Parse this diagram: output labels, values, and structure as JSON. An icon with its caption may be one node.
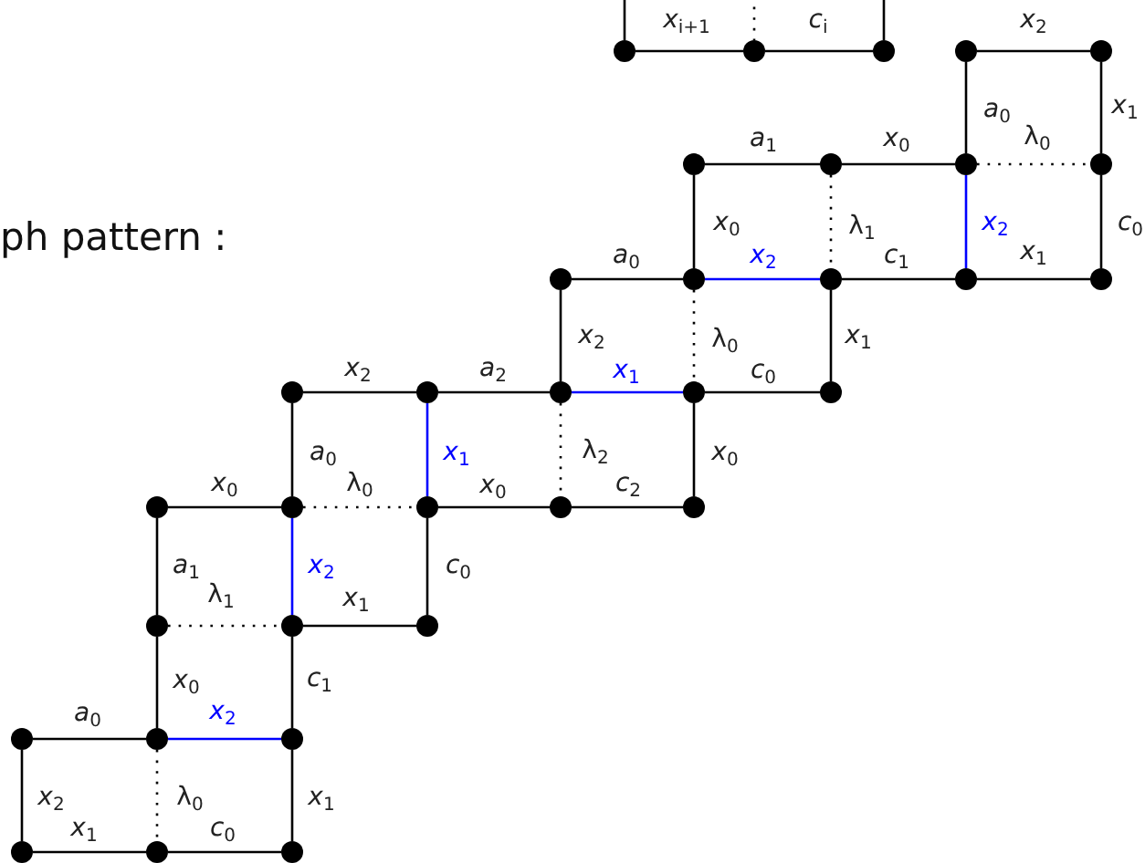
{
  "diagram": {
    "nodes": [
      {
        "text": [],
        "shape": "circle"
      },
      {
        "text": [],
        "shape": "circle"
      },
      {
        "text": [],
        "shape": "circle"
      },
      {
        "text": [],
        "shape": "circle"
      },
      {
        "text": [],
        "shape": "circle"
      },
      {
        "text": [],
        "shape": "circle"
      },
      {
        "text": [],
        "shape": "circle"
      },
      {
        "text": [],
        "shape": "circle"
      },
      {
        "text": [],
        "shape": "circle"
      },
      {
        "text": [],
        "shape": "circle"
      },
      {
        "text": [],
        "shape": "circle"
      },
      {
        "text": [],
        "shape": "circle"
      },
      {
        "text": [],
        "shape": "circle"
      },
      {
        "text": [],
        "shape": "circle"
      },
      {
        "text": [],
        "shape": "circle"
      },
      {
        "text": [],
        "shape": "circle"
      },
      {
        "text": [],
        "shape": "circle"
      },
      {
        "text": [],
        "shape": "circle"
      },
      {
        "text": [],
        "shape": "circle"
      },
      {
        "text": [],
        "shape": "circle"
      },
      {
        "text": [],
        "shape": "circle"
      },
      {
        "text": [],
        "shape": "circle"
      },
      {
        "text": [],
        "shape": "circle"
      },
      {
        "text": [],
        "shape": "circle"
      },
      {
        "text": [],
        "shape": "circle"
      },
      {
        "text": [],
        "shape": "circle"
      },
      {
        "text": [],
        "shape": "circle"
      },
      {
        "text": [],
        "shape": "circle"
      },
      {
        "text": [],
        "shape": "circle"
      },
      {
        "text": [],
        "shape": "circle"
      },
      {
        "text": [],
        "shape": "circle"
      },
      {
        "text": [],
        "shape": "circle"
      },
      {
        "text": [],
        "shape": "circle"
      }
    ],
    "edges": [
      {
        "from": null,
        "to": 0,
        "arrow": "none"
      },
      {
        "from": null,
        "to": 1,
        "arrow": "none",
        "style": "dashed"
      },
      {
        "from": null,
        "to": 2,
        "arrow": "none"
      },
      {
        "from": 0,
        "to": 1,
        "arrow": "none",
        "label": "*x*$_{i+1}$"
      },
      {
        "from": 1,
        "to": 2,
        "arrow": "none",
        "label": "*c*$_{i}$"
      },
      {
        "from": 3,
        "to": 4,
        "arrow": "none",
        "label": "*x*$_{2}$"
      },
      {
        "from": 3,
        "to": 7,
        "arrow": "none",
        "label": "*a*$_{0}$"
      },
      {
        "from": 4,
        "to": 8,
        "arrow": "none",
        "label": "*x*$_{1}$"
      },
      {
        "from": 7,
        "to": 8,
        "arrow": "none",
        "style": "dashed",
        "label": "λ$_{0}$"
      },
      {
        "from": 5,
        "to": 6,
        "arrow": "none",
        "label": "*a*$_{1}$"
      },
      {
        "from": 6,
        "to": 7,
        "arrow": "none",
        "label": "*x*$_{0}$"
      },
      {
        "from": 5,
        "to": 10,
        "arrow": "none",
        "label": "*x*$_{0}$"
      },
      {
        "from": 6,
        "to": 11,
        "arrow": "none",
        "style": "dashed",
        "label": "λ$_{1}$"
      },
      {
        "from": 7,
        "to": 12,
        "arrow": "none",
        "color": "#0000ff",
        "label": "*x*$_{2}$"
      },
      {
        "from": 8,
        "to": 13,
        "arrow": "none",
        "label": "*c*$_{0}$"
      },
      {
        "from": 9,
        "to": 10,
        "arrow": "none",
        "label": "*a*$_{0}$"
      },
      {
        "from": 10,
        "to": 11,
        "arrow": "none",
        "color": "#0000ff",
        "label": "*x*$_{2}$"
      },
      {
        "from": 11,
        "to": 12,
        "arrow": "none",
        "label": "*c*$_{1}$"
      },
      {
        "from": 12,
        "to": 13,
        "arrow": "none",
        "label": "*x*$_{1}$"
      },
      {
        "from": 9,
        "to": 16,
        "arrow": "none",
        "label": "*x*$_{2}$"
      },
      {
        "from": 10,
        "to": 17,
        "arrow": "none",
        "style": "dashed",
        "label": "λ$_{0}$"
      },
      {
        "from": 11,
        "to": 18,
        "arrow": "none",
        "label": "*x*$_{1}$"
      },
      {
        "from": 14,
        "to": 15,
        "arrow": "none",
        "label": "*x*$_{2}$"
      },
      {
        "from": 15,
        "to": 16,
        "arrow": "none",
        "label": "*a*$_{2}$"
      },
      {
        "from": 16,
        "to": 17,
        "arrow": "none",
        "color": "#0000ff",
        "label": "*x*$_{1}$"
      },
      {
        "from": 17,
        "to": 18,
        "arrow": "none",
        "label": "*c*$_{0}$"
      },
      {
        "from": 14,
        "to": 20,
        "arrow": "none",
        "label": "*a*$_{0}$"
      },
      {
        "from": 15,
        "to": 21,
        "arrow": "none",
        "color": "#0000ff",
        "label": "*x*$_{1}$"
      },
      {
        "from": 16,
        "to": 22,
        "arrow": "none",
        "style": "dashed",
        "label": "λ$_{2}$"
      },
      {
        "from": 17,
        "to": 23,
        "arrow": "none",
        "label": "*x*$_{0}$"
      },
      {
        "from": 19,
        "to": 20,
        "arrow": "none",
        "label": "*x*$_{0}$"
      },
      {
        "from": 20,
        "to": 21,
        "arrow": "none",
        "style": "dashed",
        "label": "λ$_{0}$"
      },
      {
        "from": 21,
        "to": 22,
        "arrow": "none",
        "label": "*x*$_{0}$"
      },
      {
        "from": 22,
        "to": 23,
        "arrow": "none",
        "label": "*c*$_{2}$"
      },
      {
        "from": 19,
        "to": 24,
        "arrow": "none",
        "label": "*a*$_{1}$"
      },
      {
        "from": 20,
        "to": 25,
        "arrow": "none",
        "color": "#0000ff",
        "label": "*x*$_{2}$"
      },
      {
        "from": 21,
        "to": 26,
        "arrow": "none",
        "label": "*c*$_{0}$"
      },
      {
        "from": 24,
        "to": 25,
        "arrow": "none",
        "style": "dashed",
        "label": "λ$_{1}$"
      },
      {
        "from": 25,
        "to": 26,
        "arrow": "none",
        "label": "*x*$_{1}$"
      },
      {
        "from": 24,
        "to": 28,
        "arrow": "none",
        "label": "*x*$_{0}$"
      },
      {
        "from": 25,
        "to": 29,
        "arrow": "none",
        "label": "*c*$_{1}$"
      },
      {
        "from": 27,
        "to": 28,
        "arrow": "none",
        "label": "*a*$_{0}$"
      },
      {
        "from": 28,
        "to": 29,
        "arrow": "none",
        "color": "#0000ff",
        "label": "*x*$_{2}$"
      },
      {
        "from": 27,
        "to": 30,
        "arrow": "none",
        "label": "*x*$_{2}$"
      },
      {
        "from": 28,
        "to": 31,
        "arrow": "none",
        "style": "dashed",
        "label": "λ$_{0}$"
      },
      {
        "from": 29,
        "to": 32,
        "arrow": "none",
        "label": "*x*$_{1}$"
      },
      {
        "from": 30,
        "to": 31,
        "arrow": "none",
        "label": "*x*$_{1}$"
      },
      {
        "from": 31,
        "to": 32,
        "arrow": "none",
        "label": "*c*$_{0}$"
      }
    ],
    "labels": [
      "ph pattern :"
    ]
  }
}
